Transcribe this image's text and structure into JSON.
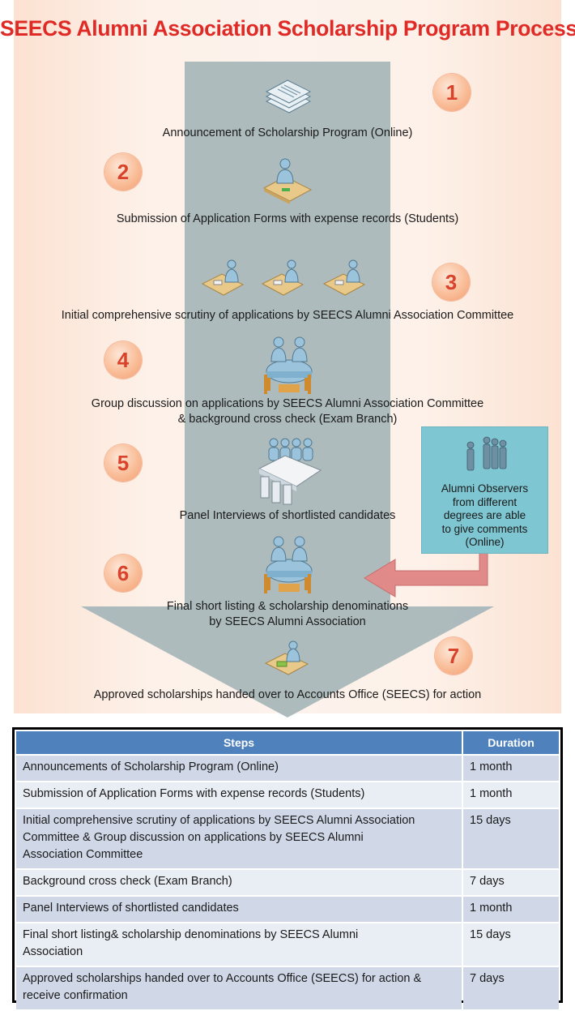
{
  "title": "SEECS Alumni Association Scholarship Program Process",
  "colors": {
    "title": "#e02a26",
    "arrow": "#a9b7bb",
    "badge": "#f9bd98",
    "observer_box": "#7ec6d1",
    "feedback_arrow": "#e08a8a",
    "table_header": "#4f81bd"
  },
  "steps": [
    {
      "number": "1",
      "text": "Announcement of Scholarship Program (Online)",
      "icon": "documents-stack-icon"
    },
    {
      "number": "2",
      "text": "Submission of Application Forms  with expense records (Students)",
      "icon": "desk-worker-icon"
    },
    {
      "number": "3",
      "text": "Initial comprehensive scrutiny of applications by SEECS Alumni Association Committee",
      "icon": "three-desk-workers-icon"
    },
    {
      "number": "4",
      "lines": [
        "Group discussion on applications by SEECS  Alumni Association Committee",
        "& background cross check  (Exam Branch)"
      ],
      "icon": "round-table-meeting-icon"
    },
    {
      "number": "5",
      "text": "Panel Interviews of shortlisted candidates",
      "icon": "panel-interview-icon"
    },
    {
      "number": "6",
      "lines": [
        "Final short listing & scholarship denominations",
        "by SEECS  Alumni Association"
      ],
      "icon": "round-table-meeting-icon"
    },
    {
      "number": "7",
      "text": "Approved scholarships handed over to Accounts Office (SEECS)  for action",
      "icon": "accounts-desk-icon"
    }
  ],
  "observer": {
    "lines": [
      "Alumni Observers",
      "from different",
      "degrees  are able",
      "to give comments",
      "(Online)"
    ],
    "icon": "standing-people-icon"
  },
  "table": {
    "headers": [
      "Steps",
      "Duration"
    ],
    "rows": [
      {
        "step": "Announcements of Scholarship Program (Online)",
        "duration": "1 month"
      },
      {
        "step": "Submission of Application Forms  with expense records (Students)",
        "duration": "1 month"
      },
      {
        "step_lines": [
          "Initial comprehensive  scrutiny of applications by SEECS Alumni Association",
          "Committee & Group discussion on applications by SEECS Alumni",
          "Association Committee"
        ],
        "duration": "15 days"
      },
      {
        "step": "Background cross check  (Exam Branch)",
        "duration": "7 days"
      },
      {
        "step": "Panel Interviews of shortlisted candidates",
        "duration": "1 month"
      },
      {
        "step_lines": [
          "Final short listing& scholarship denominations  by SEECS Alumni",
          "Association"
        ],
        "duration": "15 days"
      },
      {
        "step_lines": [
          "Approved scholarships handed over to Accounts Office (SEECS) for action &",
          "receive confirmation"
        ],
        "duration": "7 days"
      }
    ]
  }
}
